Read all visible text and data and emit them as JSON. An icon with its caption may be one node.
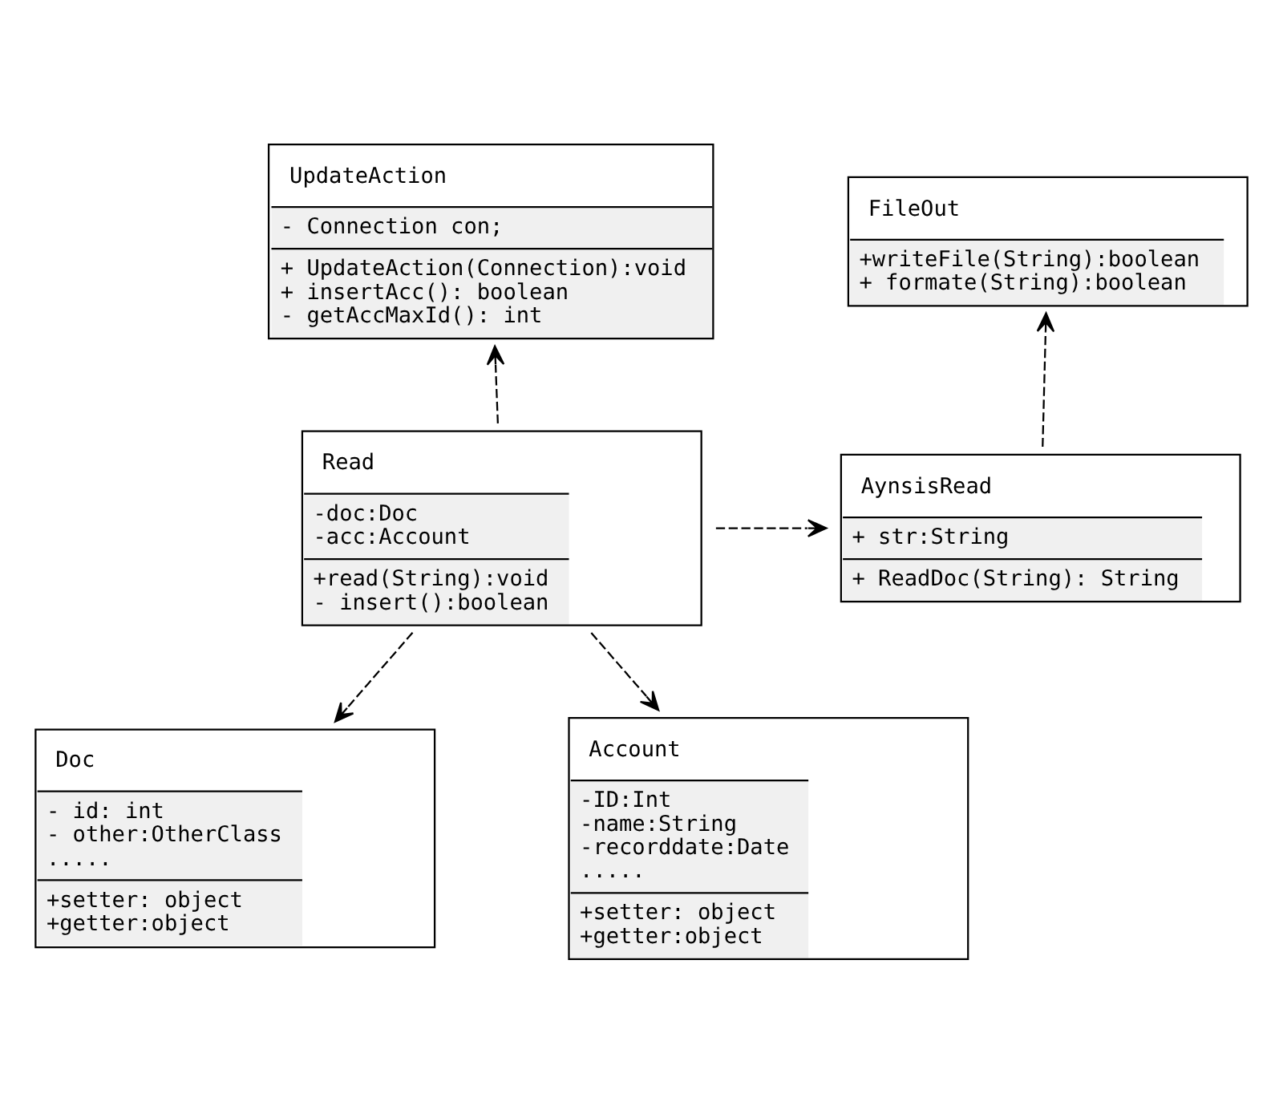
{
  "diagram": {
    "nodes": [
      {
        "text": [
          "FileOut",
          "+writeFile(String):boolean",
          "+ formate(String):boolean"
        ]
      },
      {
        "text": [
          "UpdateAction",
          "- Connection con;",
          "+ UpdateAction(Connection):void",
          "+ insertAcc(): boolean",
          "- getAccMaxId(): int"
        ]
      },
      {
        "text": [
          "AynsisRead",
          "+ str:String",
          "+ ReadDoc(String): String"
        ]
      },
      {
        "text": [
          "Read",
          "-doc:Doc",
          "-acc:Account",
          "+read(String):void",
          "- insert():boolean"
        ]
      },
      {
        "text": [
          "Doc",
          "- id: int",
          "- other:OtherClass",
          ".....",
          "+setter: object",
          "+getter:object"
        ]
      },
      {
        "text": [
          "Account",
          "-ID:Int",
          "-name:String",
          "-recorddate:Date",
          ".....",
          "+setter: object",
          "+getter:object"
        ]
      }
    ],
    "edges": [
      {
        "from": 2,
        "to": 0,
        "arrow": "to",
        "style": "dashed"
      },
      {
        "from": 3,
        "to": 1,
        "arrow": "to",
        "style": "dashed"
      },
      {
        "from": 3,
        "to": 2,
        "arrow": "to",
        "style": "dashed"
      },
      {
        "from": 3,
        "to": 5,
        "arrow": "to",
        "style": "dashed"
      },
      {
        "from": 3,
        "to": 4,
        "arrow": "to",
        "style": "dashed"
      }
    ]
  }
}
